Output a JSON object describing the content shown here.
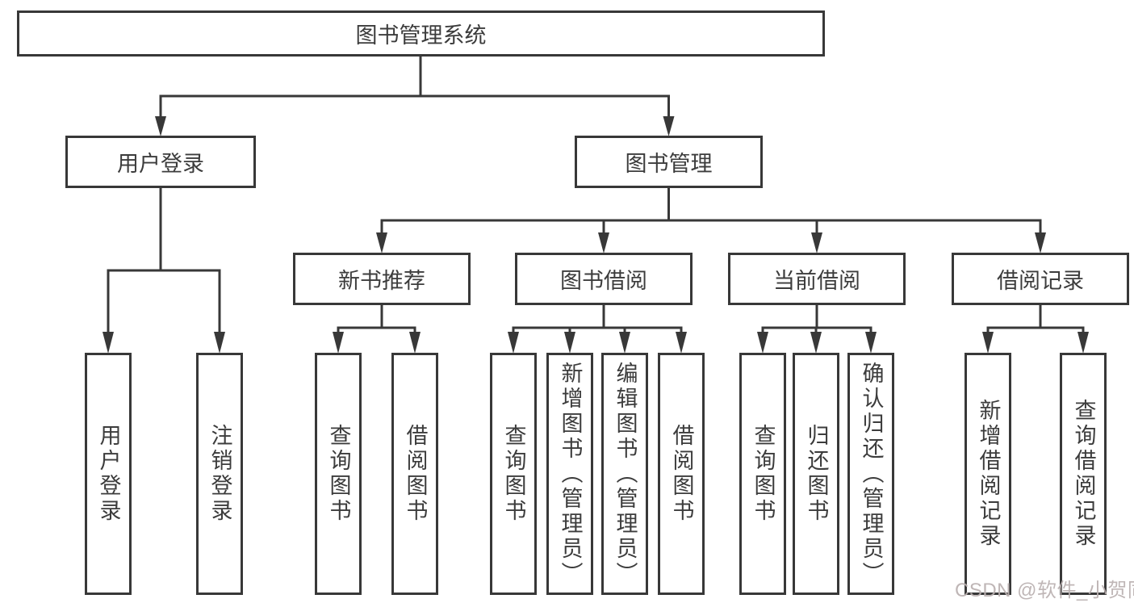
{
  "tree": {
    "label": "图书管理系统",
    "children": [
      {
        "label": "用户登录",
        "children": [
          {
            "label": "用户登录"
          },
          {
            "label": "注销登录"
          }
        ]
      },
      {
        "label": "图书管理",
        "children": [
          {
            "label": "新书推荐",
            "children": [
              {
                "label": "查询图书"
              },
              {
                "label": "借阅图书"
              }
            ]
          },
          {
            "label": "图书借阅",
            "children": [
              {
                "label": "查询图书"
              },
              {
                "label": "新增图书（管理员）"
              },
              {
                "label": "编辑图书（管理员）"
              },
              {
                "label": "借阅图书"
              }
            ]
          },
          {
            "label": "当前借阅",
            "children": [
              {
                "label": "查询图书"
              },
              {
                "label": "归还图书"
              },
              {
                "label": "确认归还（管理员）"
              }
            ]
          },
          {
            "label": "借阅记录",
            "children": [
              {
                "label": "新增借阅记录"
              },
              {
                "label": "查询借阅记录"
              }
            ]
          }
        ]
      }
    ]
  },
  "watermark": {
    "text": "CSDN @软件_小贺同学"
  },
  "colors": {
    "line": "#383838",
    "text": "#3c3c3c",
    "background": "#ffffff",
    "watermark": "#bab0b0"
  }
}
